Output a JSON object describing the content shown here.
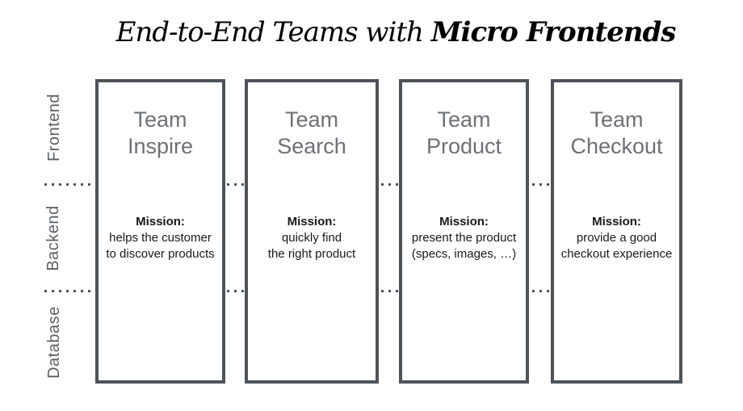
{
  "title": {
    "regular": "End-to-End Teams with",
    "bold": "Micro Frontends"
  },
  "layers": [
    {
      "label": "Frontend"
    },
    {
      "label": "Backend"
    },
    {
      "label": "Database"
    }
  ],
  "teams": [
    {
      "name": "Team\nInspire",
      "mission_label": "Mission:",
      "mission": "helps the customer\nto discover products"
    },
    {
      "name": "Team\nSearch",
      "mission_label": "Mission:",
      "mission": "quickly find\nthe right product"
    },
    {
      "name": "Team\nProduct",
      "mission_label": "Mission:",
      "mission": "present the product\n(specs, images, …)"
    },
    {
      "name": "Team\nCheckout",
      "mission_label": "Mission:",
      "mission": "provide a good\ncheckout experience"
    }
  ],
  "colors": {
    "background": "#ffffff",
    "box_border": "#4e535a",
    "dots": "#4e535a",
    "team_name_text": "#6d7176",
    "layer_label_text": "#5a5f64",
    "mission_text": "#17181a",
    "title_text": "#000000"
  }
}
